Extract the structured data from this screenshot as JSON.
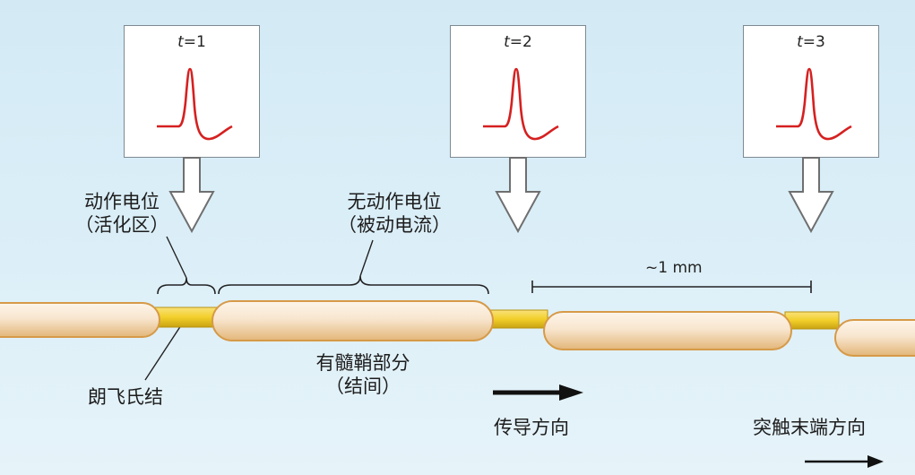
{
  "panels": [
    {
      "var": "t",
      "eq": "=1"
    },
    {
      "var": "t",
      "eq": "=2"
    },
    {
      "var": "t",
      "eq": "=3"
    }
  ],
  "labels": {
    "active_line1": "动作电位",
    "active_line2": "（活化区）",
    "passive_line1": "无动作电位",
    "passive_line2": "（被动电流）",
    "scale": "~1 mm",
    "node": "朗飞氏结",
    "myelin_line1": "有髓鞘部分",
    "myelin_line2": "（结间）",
    "propagation": "传导方向",
    "terminal": "突触末端方向"
  },
  "colors": {
    "background": "#d3eaf5",
    "spike": "#d62020",
    "myelin_fill": "#f7e7d2",
    "myelin_edge": "#d9a45a",
    "node_fill": "#f2cf2a",
    "arrow_fill": "#ffffff",
    "arrow_edge": "#6f6f6f"
  }
}
